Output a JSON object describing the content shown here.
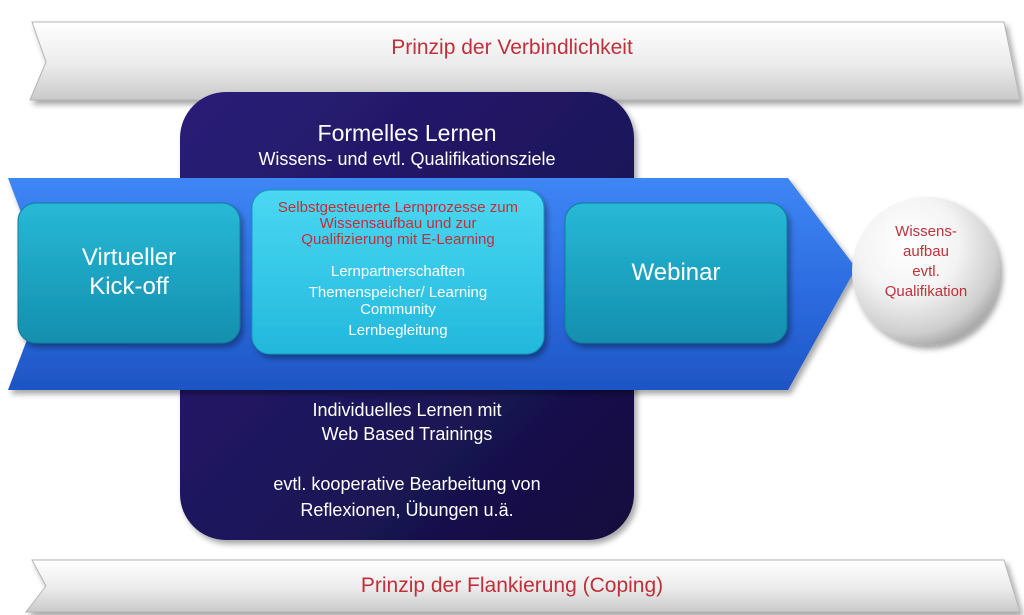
{
  "top_banner": {
    "label": "Prinzip der Verbindlichkeit"
  },
  "bottom_banner": {
    "label": "Prinzip der Flankierung (Coping)"
  },
  "formal_box": {
    "title": "Formelles Lernen",
    "subtitle": "Wissens- und evtl. Qualifikationsziele",
    "lower_text_1": "Individuelles Lernen mit\nWeb Based Trainings",
    "lower_text_2": "evtl. kooperative Bearbeitung von\nReflexionen, Übungen u.ä."
  },
  "tiles": {
    "kickoff": "Virtueller\nKick-off",
    "self_directed": {
      "heading": "Selbstgesteuerte Lernprozesse zum\nWissensaufbau und zur\nQualifizierung mit E-Learning",
      "items": [
        "Lernpartnerschaften",
        "Themenspeicher/ Learning\nCommunity",
        "Lernbegleitung"
      ]
    },
    "webinar": "Webinar"
  },
  "outcome_sphere": {
    "label": "Wissens-\naufbau\nevtl.\nQualifikation"
  },
  "colors": {
    "accent_red": "#c0303a",
    "dark_purple": "#1e1560",
    "arrow_blue": "#2f6fe6",
    "tile_teal": "#1aa7c4",
    "tile_light": "#3ad0ee"
  }
}
